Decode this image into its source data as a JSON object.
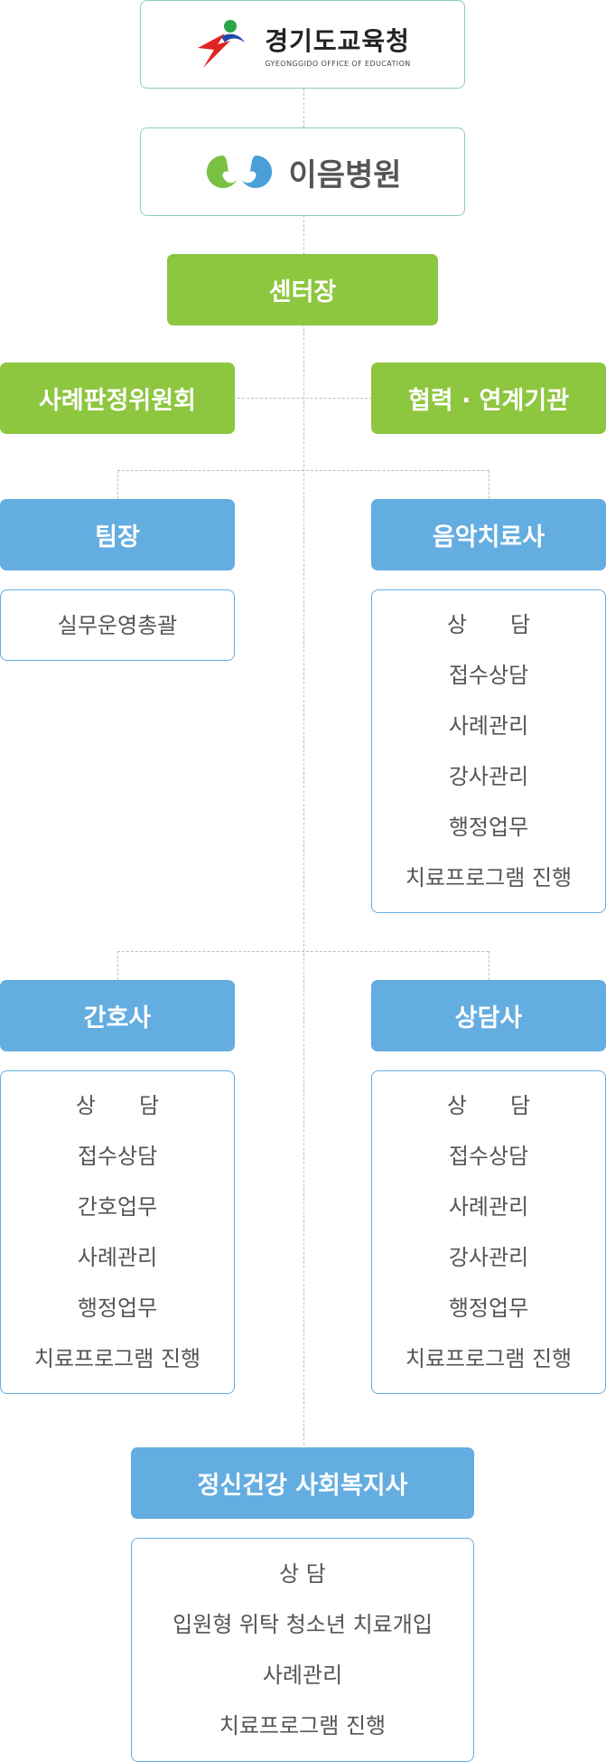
{
  "logos": {
    "gyeonggi": {
      "name": "경기도교육청",
      "sub": "GYEONGGIDO OFFICE OF EDUCATION"
    },
    "ieum": {
      "name": "이음병원"
    }
  },
  "nodes": {
    "center_head": "센터장",
    "case_committee": "사례판정위원회",
    "partner_org": "협력 · 연계기관",
    "team_lead": "팀장",
    "music_therapist": "음악치료사",
    "nurse": "간호사",
    "counselor": "상담사",
    "mental_health_sw": "정신건강 사회복지사"
  },
  "duties": {
    "team_lead": [
      "실무운영총괄"
    ],
    "music_therapist": [
      "상　　담",
      "접수상담",
      "사례관리",
      "강사관리",
      "행정업무",
      "치료프로그램 진행"
    ],
    "nurse": [
      "상　　담",
      "접수상담",
      "간호업무",
      "사례관리",
      "행정업무",
      "치료프로그램 진행"
    ],
    "counselor": [
      "상　　담",
      "접수상담",
      "사례관리",
      "강사관리",
      "행정업무",
      "치료프로그램 진행"
    ],
    "mental_health_sw": [
      "상 담",
      "입원형 위탁 청소년 치료개입",
      "사례관리",
      "치료프로그램 진행"
    ]
  },
  "colors": {
    "green": "#8dc63f",
    "blue": "#64ade1",
    "logo_border": "#8ccfb0",
    "connector": "#bfbfbf"
  }
}
